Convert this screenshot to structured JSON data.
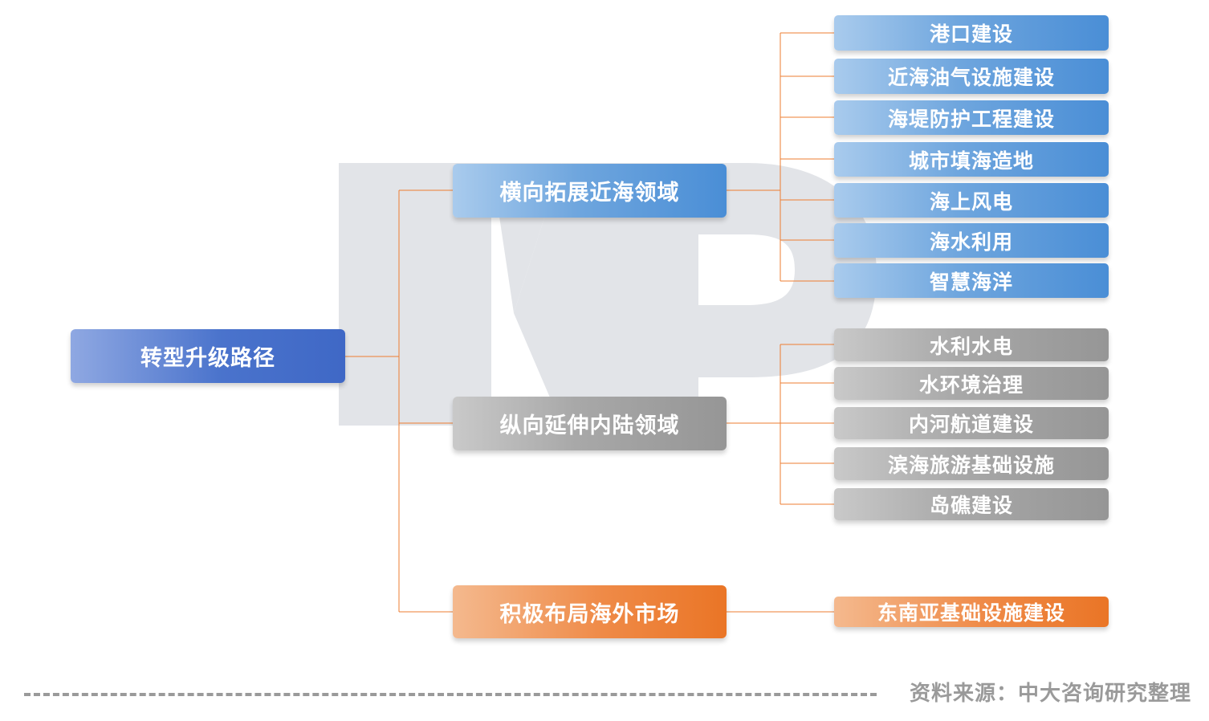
{
  "diagram": {
    "root": "转型升级路径",
    "branches": [
      {
        "label": "横向拓展近海领域",
        "color": "#5b9bd8",
        "children": [
          "港口建设",
          "近海油气设施建设",
          "海堤防护工程建设",
          "城市填海造地",
          "海上风电",
          "海水利用",
          "智慧海洋"
        ]
      },
      {
        "label": "纵向延伸内陆领域",
        "color": "#a0a0a0",
        "children": [
          "水利水电",
          "水环境治理",
          "内河航道建设",
          "滨海旅游基础设施",
          "岛礁建设"
        ]
      },
      {
        "label": "积极布局海外市场",
        "color": "#ed7d31",
        "children": [
          "东南亚基础设施建设"
        ]
      }
    ],
    "connector_color": "#ed7d31"
  },
  "footer": {
    "source": "资料来源：中大咨询研究整理"
  }
}
